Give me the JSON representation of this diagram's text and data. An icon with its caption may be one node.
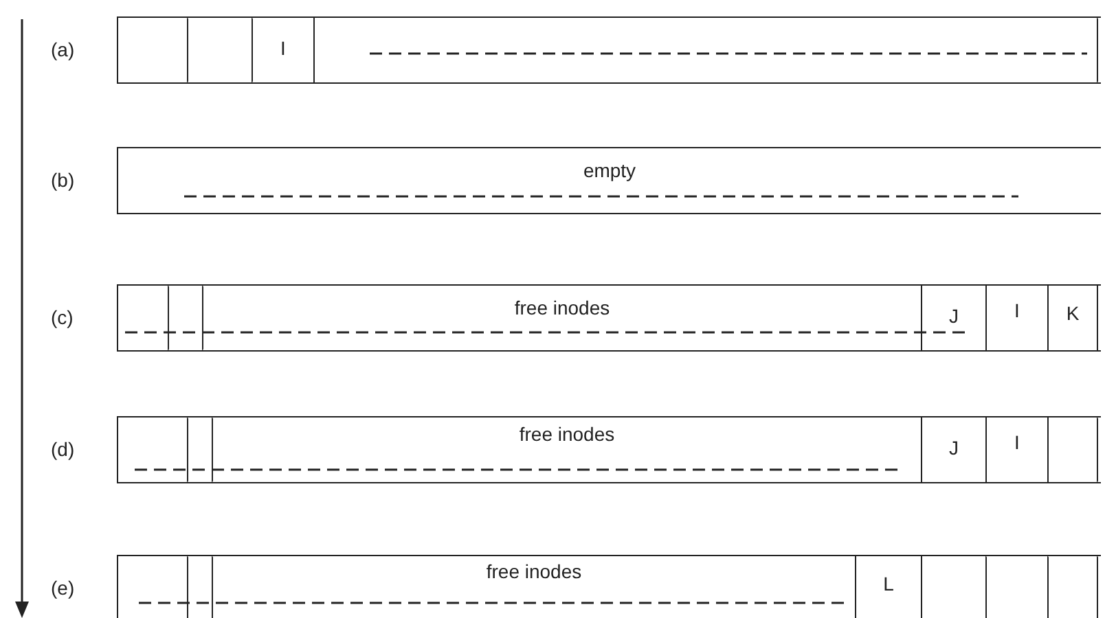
{
  "diagram": {
    "nodes": [
      {
        "text": [],
        "shape": "bar"
      },
      {
        "text": [],
        "shape": "box",
        "in": 0
      },
      {
        "text": [],
        "shape": "box",
        "in": 0
      },
      {
        "text": [
          "I"
        ],
        "in": 0
      },
      {
        "text": [],
        "shape": "box",
        "in": 0
      },
      {
        "text": [
          "empty"
        ]
      },
      {
        "text": [],
        "shape": "bar"
      },
      {
        "text": [],
        "shape": "box",
        "in": 6
      },
      {
        "text": [],
        "shape": "box",
        "in": 6
      },
      {
        "text": [
          "free inodes"
        ],
        "in": 6
      },
      {
        "text": [
          "J"
        ],
        "in": 6
      },
      {
        "text": [
          "I"
        ],
        "in": 6
      },
      {
        "text": [
          "K"
        ],
        "in": 6
      },
      {
        "text": [],
        "shape": "bar"
      },
      {
        "text": [],
        "shape": "box",
        "in": 13
      },
      {
        "text": [],
        "shape": "box",
        "in": 13
      },
      {
        "text": [
          "free inodes"
        ],
        "in": 13
      },
      {
        "text": [
          "J"
        ],
        "in": 13
      },
      {
        "text": [
          "I"
        ],
        "in": 13
      },
      {
        "text": [],
        "shape": "box",
        "in": 13
      },
      {
        "text": [],
        "shape": "bar"
      },
      {
        "text": [],
        "shape": "box",
        "in": 20
      },
      {
        "text": [],
        "shape": "box",
        "in": 20
      },
      {
        "text": [
          "free inodes"
        ],
        "in": 20
      },
      {
        "text": [
          "L"
        ],
        "in": 20
      },
      {
        "text": [],
        "shape": "box",
        "in": 20
      },
      {
        "text": [],
        "shape": "box",
        "in": 20
      },
      {
        "text": [],
        "shape": "box",
        "in": 20
      }
    ],
    "labels": [
      "(a)",
      "(b)",
      "(c)",
      "(d)",
      "(e)"
    ]
  }
}
